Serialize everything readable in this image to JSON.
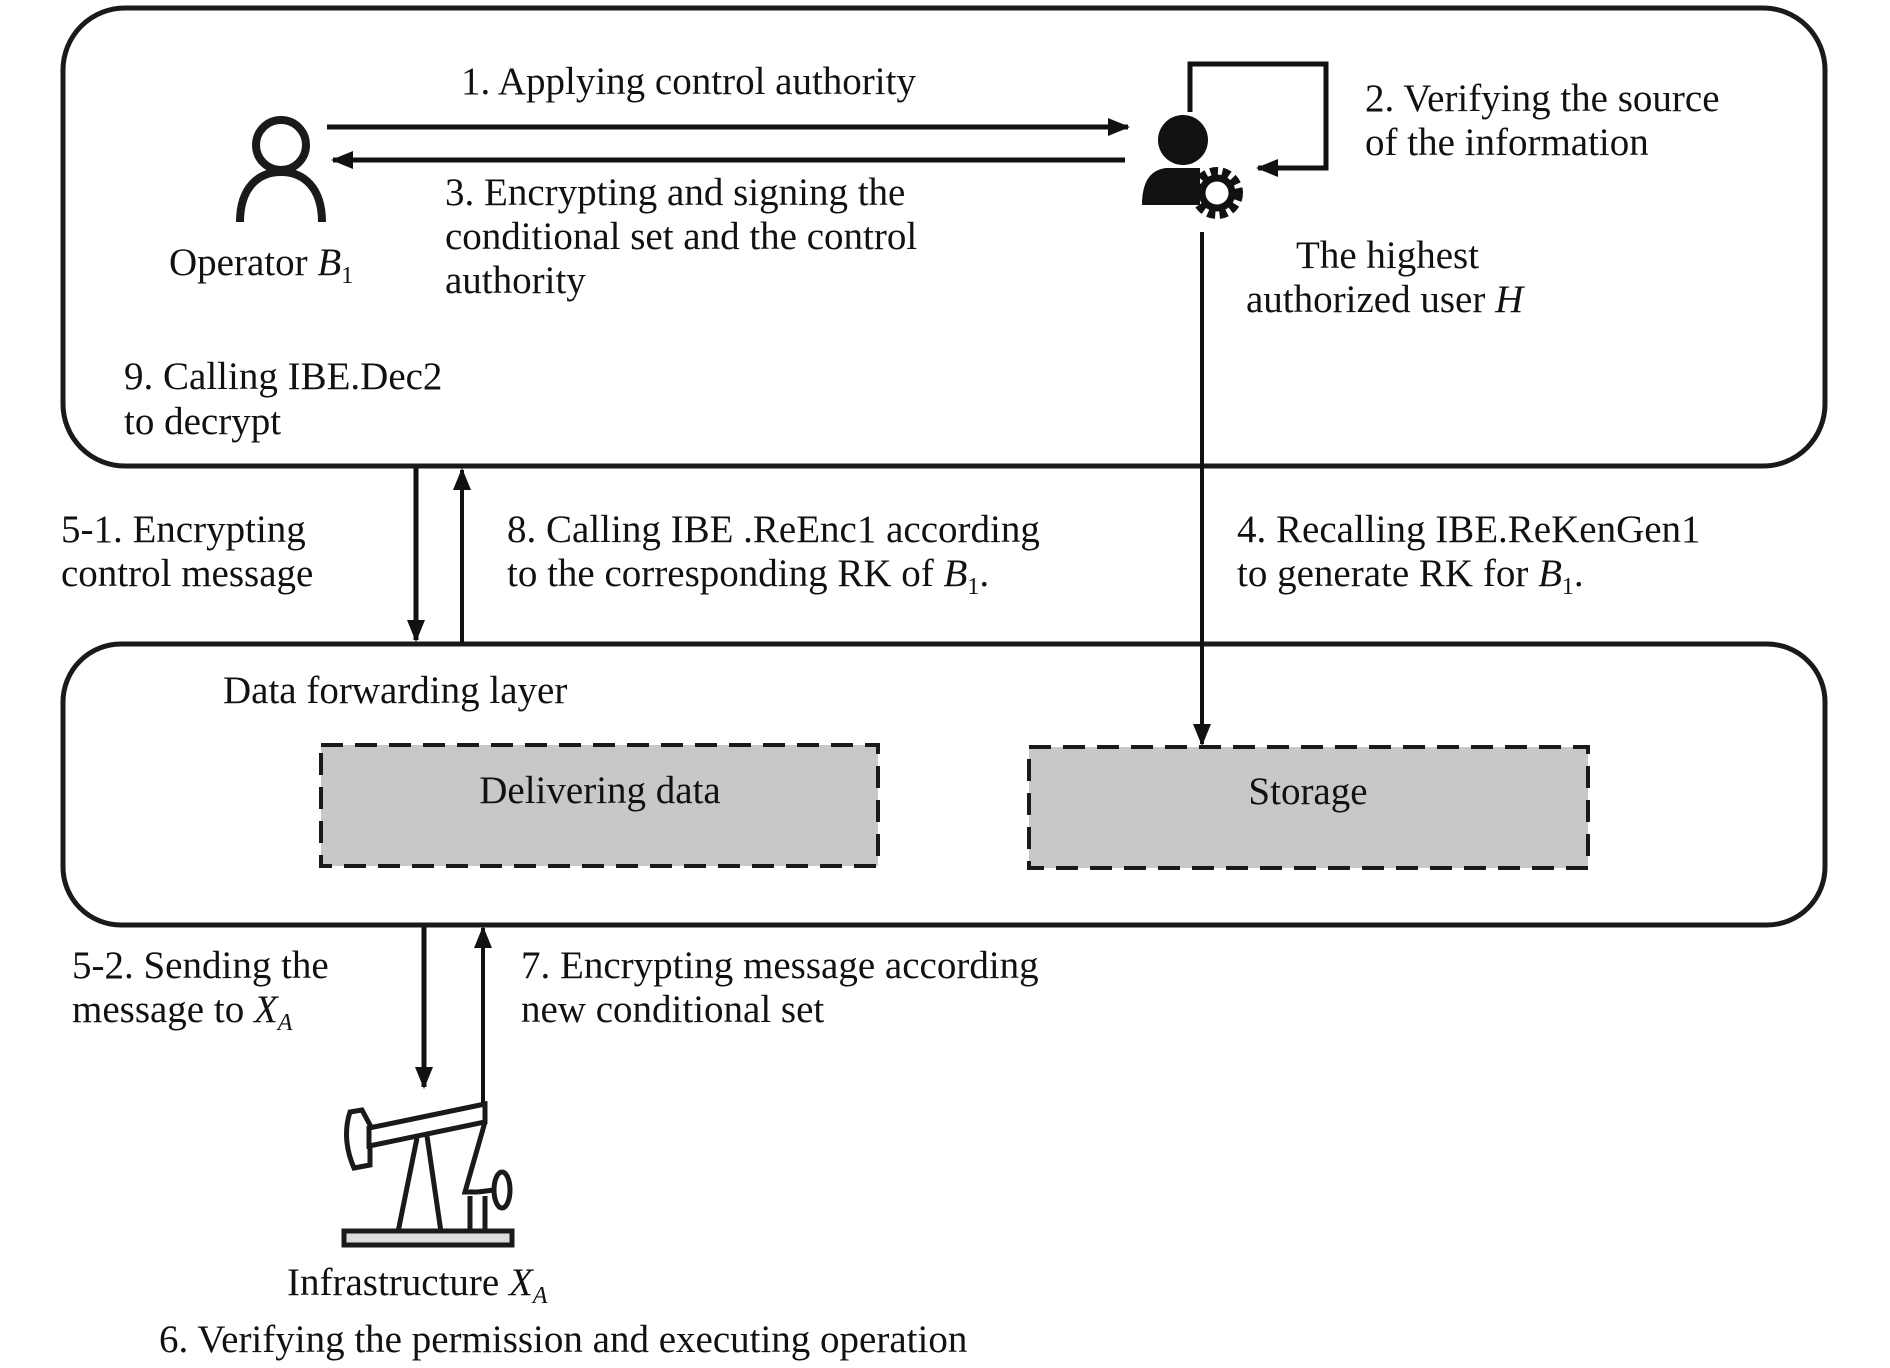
{
  "colors": {
    "stroke": "#1a1a1a",
    "fill_box": "#c8c8c8",
    "background": "#ffffff",
    "text": "#111111"
  },
  "layers": {
    "top": {
      "name": "user-layer"
    },
    "middle": {
      "title": "Data forwarding layer"
    }
  },
  "modules": {
    "delivering": "Delivering data",
    "storage": "Storage"
  },
  "actors": {
    "operator": {
      "label": "Operator ",
      "var": "B",
      "sub": "1",
      "icon": "user-outline-icon"
    },
    "admin": {
      "line1": "The highest",
      "line2": "authorized user ",
      "var": "H",
      "icon": "user-gear-icon"
    },
    "infrastructure": {
      "label": "Infrastructure ",
      "var": "X",
      "sub": "A",
      "icon": "pump-jack-icon"
    }
  },
  "steps": {
    "s1": {
      "line1": "1. Applying control authority"
    },
    "s2": {
      "line1": "2. Verifying the source",
      "line2": "of the information"
    },
    "s3": {
      "line1": "3. Encrypting and signing the",
      "line2": "conditional set and the control",
      "line3": "authority"
    },
    "s4": {
      "line1": "4. Recalling IBE.ReKenGen1",
      "line2": "to generate RK for ",
      "var": "B",
      "sub": "1",
      "tail": "."
    },
    "s5_1": {
      "line1": "5-1. Encrypting",
      "line2": "control message"
    },
    "s5_2": {
      "line1": "5-2. Sending the",
      "line2": "message to ",
      "var": "X",
      "sub": "A"
    },
    "s6": {
      "line1": "6. Verifying the permission and executing operation"
    },
    "s7": {
      "line1": "7. Encrypting message according",
      "line2": "new conditional set"
    },
    "s8": {
      "line1": "8. Calling IBE .ReEnc1 according",
      "line2": "to the corresponding RK of ",
      "var": "B",
      "sub": "1",
      "tail": "."
    },
    "s9": {
      "line1": "9. Calling IBE.Dec2",
      "line2": "to decrypt"
    }
  }
}
